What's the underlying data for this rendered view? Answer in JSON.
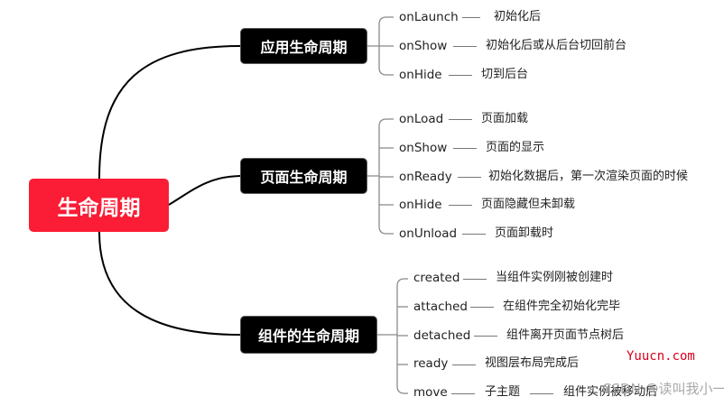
{
  "root": {
    "label": "生命周期"
  },
  "categories": [
    {
      "label": "应用生命周期",
      "items": [
        {
          "name": "onLaunch",
          "desc": "初始化后"
        },
        {
          "name": "onShow",
          "desc": "初始化后或从后台切回前台"
        },
        {
          "name": "onHide",
          "desc": "切到后台"
        }
      ]
    },
    {
      "label": "页面生命周期",
      "items": [
        {
          "name": "onLoad",
          "desc": "页面加载"
        },
        {
          "name": "onShow",
          "desc": "页面的显示"
        },
        {
          "name": "onReady",
          "desc": "初始化数据后，第一次渲染页面的时候"
        },
        {
          "name": "onHide",
          "desc": "页面隐藏但未卸载"
        },
        {
          "name": "onUnload",
          "desc": "页面卸载时"
        }
      ]
    },
    {
      "label": "组件的生命周期",
      "items": [
        {
          "name": "created",
          "desc": "当组件实例刚被创建时"
        },
        {
          "name": "attached",
          "desc": "在组件完全初始化完毕"
        },
        {
          "name": "detached",
          "desc": "组件离开页面节点树后"
        },
        {
          "name": "ready",
          "desc": "视图层布局完成后"
        },
        {
          "name": "move",
          "desc": "子主题",
          "extra": "组件实例被移动后"
        }
      ]
    }
  ],
  "watermarks": {
    "site": "Yuucn.com",
    "csdn": "CSDN @读叫我小一"
  },
  "colors": {
    "root": "#fb1c35",
    "category": "#000000",
    "branch": "#000000",
    "watermark_site": "#d9001b"
  }
}
